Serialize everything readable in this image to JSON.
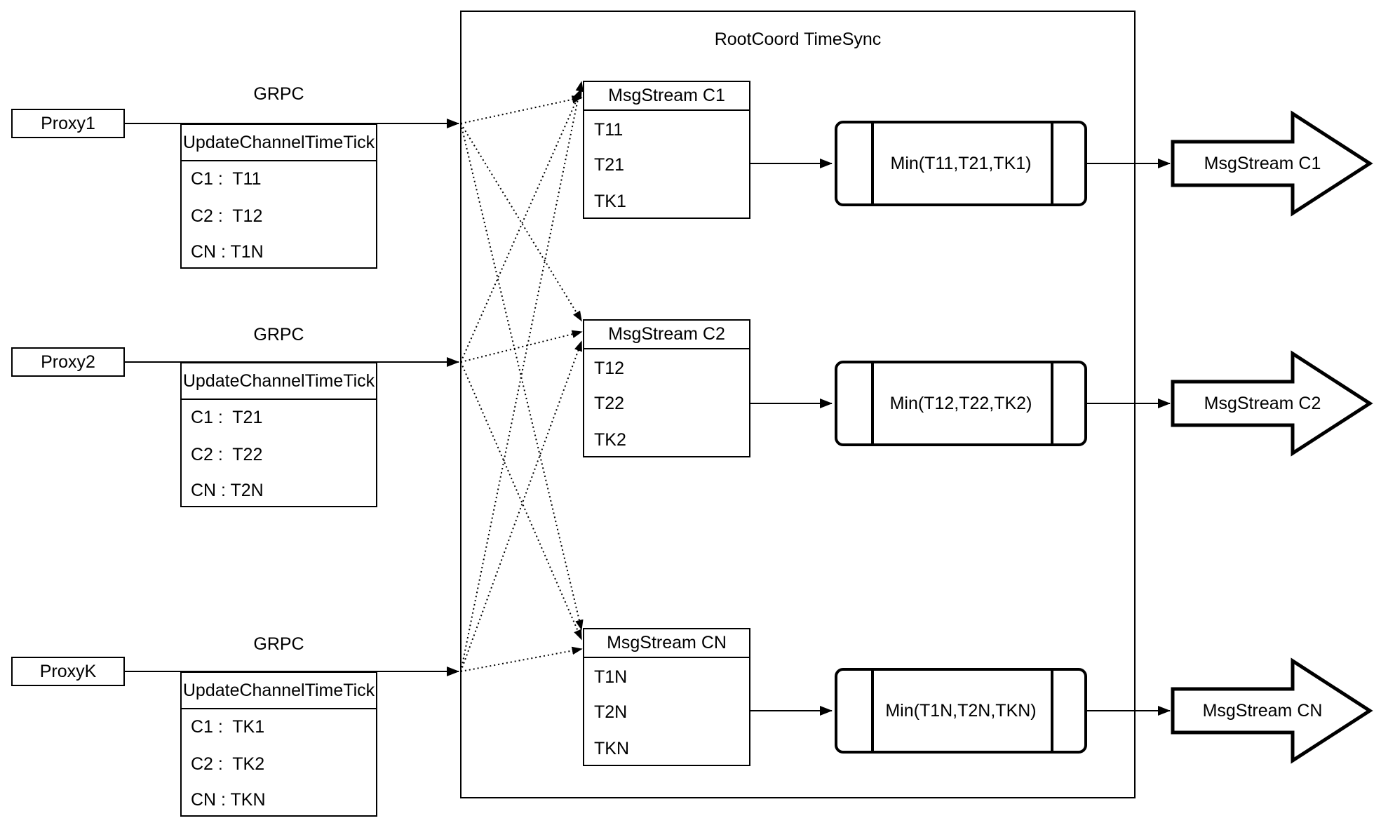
{
  "title": "RootCoord TimeSync",
  "rows": [
    {
      "proxy": "Proxy1",
      "grpc": "GRPC",
      "rpc_title": "UpdateChannelTimeTick",
      "rpc_rows": [
        "C1 :  T11",
        "C2 :  T12",
        "CN : T1N"
      ],
      "stream_title": "MsgStream C1",
      "stream_rows": [
        "T11",
        "T21",
        "TK1"
      ],
      "min_label": "Min(T11,T21,TK1)",
      "out_label": "MsgStream C1"
    },
    {
      "proxy": "Proxy2",
      "grpc": "GRPC",
      "rpc_title": "UpdateChannelTimeTick",
      "rpc_rows": [
        "C1 :  T21",
        "C2 :  T22",
        "CN : T2N"
      ],
      "stream_title": "MsgStream C2",
      "stream_rows": [
        "T12",
        "T22",
        "TK2"
      ],
      "min_label": "Min(T12,T22,TK2)",
      "out_label": "MsgStream C2"
    },
    {
      "proxy": "ProxyK",
      "grpc": "GRPC",
      "rpc_title": "UpdateChannelTimeTick",
      "rpc_rows": [
        "C1 :  TK1",
        "C2 :  TK2",
        "CN : TKN"
      ],
      "stream_title": "MsgStream CN",
      "stream_rows": [
        "T1N",
        "T2N",
        "TKN"
      ],
      "min_label": "Min(T1N,T2N,TKN)",
      "out_label": "MsgStream CN"
    }
  ],
  "colors": {
    "stroke": "#000000",
    "background": "#ffffff"
  }
}
